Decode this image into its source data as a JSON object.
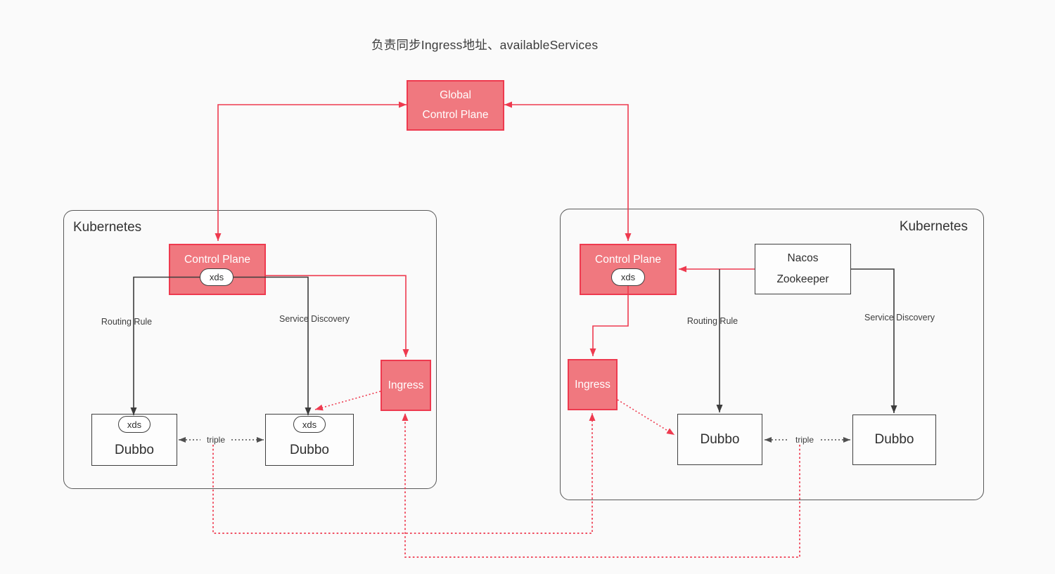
{
  "title": "负责同步Ingress地址、availableServices",
  "global_control_plane": {
    "line1": "Global",
    "line2": "Control Plane"
  },
  "left_cluster": {
    "label": "Kubernetes",
    "control_plane": {
      "label": "Control Plane",
      "xds_badge": "xds"
    },
    "ingress_label": "Ingress",
    "dubbo_a": {
      "label": "Dubbo",
      "xds_badge": "xds"
    },
    "dubbo_b": {
      "label": "Dubbo",
      "xds_badge": "xds"
    },
    "edge_labels": {
      "routing_rule": "Routing Rule",
      "service_discovery": "Service Discovery",
      "triple": "triple"
    }
  },
  "right_cluster": {
    "label": "Kubernetes",
    "control_plane": {
      "label": "Control Plane",
      "xds_badge": "xds"
    },
    "registry": {
      "line1": "Nacos",
      "line2": "Zookeeper"
    },
    "ingress_label": "Ingress",
    "dubbo_a": {
      "label": "Dubbo"
    },
    "dubbo_b": {
      "label": "Dubbo"
    },
    "edge_labels": {
      "routing_rule": "Routing Rule",
      "service_discovery": "Service Discovery",
      "triple": "triple"
    }
  },
  "colors": {
    "accent_red": "#ee3a4f",
    "node_pink": "#f0787f",
    "line_dark": "#3c3c3c",
    "cluster_border": "#595959",
    "background": "#fafafa"
  }
}
